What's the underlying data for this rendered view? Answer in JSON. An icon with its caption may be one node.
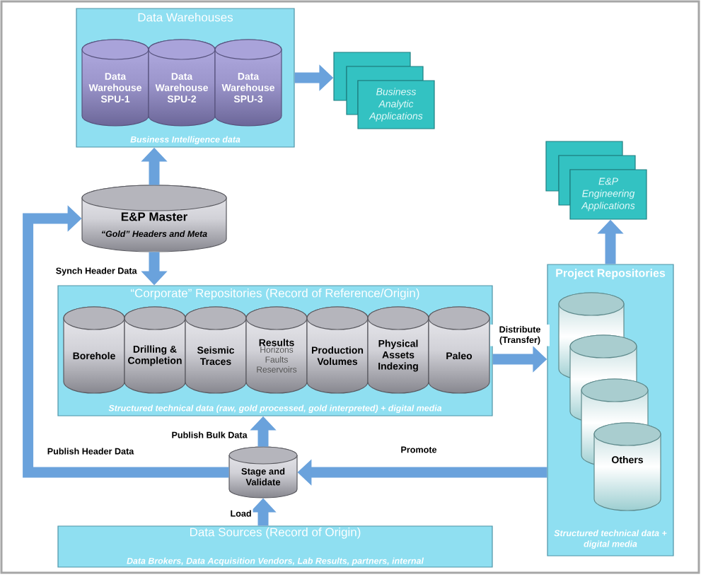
{
  "diagram": {
    "nodes": [
      {
        "text": [
          "Data Warehouses",
          "Business Intelligence data"
        ]
      },
      {
        "text": [
          "Data Warehouse SPU-1"
        ],
        "in": 0
      },
      {
        "text": [
          "Data Warehouse SPU-2"
        ],
        "in": 0
      },
      {
        "text": [
          "Data Warehouse SPU-3"
        ],
        "in": 0
      },
      {
        "text": [
          "Business Analytic Applications"
        ]
      },
      {
        "text": [
          "E&P Master",
          "“Gold” Headers and Meta"
        ]
      },
      {
        "text": [
          "E&P Engineering Applications"
        ]
      },
      {
        "text": [
          "“Corporate” Repositories (Record of Reference/Origin)",
          "Structured technical data (raw, gold processed, gold interpreted) + digital media"
        ]
      },
      {
        "text": [
          "Borehole"
        ],
        "in": 7
      },
      {
        "text": [
          "Drilling & Completion"
        ],
        "in": 7
      },
      {
        "text": [
          "Seismic Traces"
        ],
        "in": 7
      },
      {
        "text": [
          "Results",
          "Horizons Faults Reservoirs"
        ],
        "in": 7
      },
      {
        "text": [
          "Production Volumes"
        ],
        "in": 7
      },
      {
        "text": [
          "Physical Assets Indexing"
        ],
        "in": 7
      },
      {
        "text": [
          "Paleo"
        ],
        "in": 7
      },
      {
        "text": [
          "Project Repositories",
          "Structured technical data + digital media"
        ]
      },
      {
        "text": [],
        "shape": "cylinder",
        "in": 15
      },
      {
        "text": [],
        "shape": "cylinder",
        "in": 15
      },
      {
        "text": [],
        "shape": "cylinder",
        "in": 15
      },
      {
        "text": [
          "Others"
        ],
        "in": 15
      },
      {
        "text": [
          "Stage and Validate"
        ]
      },
      {
        "text": [
          "Data Sources (Record of Origin)",
          "Data Brokers, Data Acquisition Vendors, Lab Results, partners, internal"
        ]
      }
    ],
    "edges": [
      {
        "from": 0,
        "to": 4,
        "arrow": "to"
      },
      {
        "from": 5,
        "to": 0,
        "arrow": "to"
      },
      {
        "from": 5,
        "to": 7,
        "arrow": "to",
        "label": "Synch Header Data"
      },
      {
        "from": 7,
        "to": 15,
        "arrow": "to",
        "label": "Distribute (Transfer)"
      },
      {
        "from": 15,
        "to": 6,
        "arrow": "to"
      },
      {
        "from": 15,
        "to": 20,
        "arrow": "to",
        "label": "Promote"
      },
      {
        "from": 20,
        "to": 7,
        "arrow": "to",
        "label": "Publish Bulk Data"
      },
      {
        "from": 20,
        "to": 5,
        "arrow": "to",
        "label": "Publish Header Data"
      },
      {
        "from": 21,
        "to": 20,
        "arrow": "to",
        "label": "Load"
      }
    ]
  }
}
